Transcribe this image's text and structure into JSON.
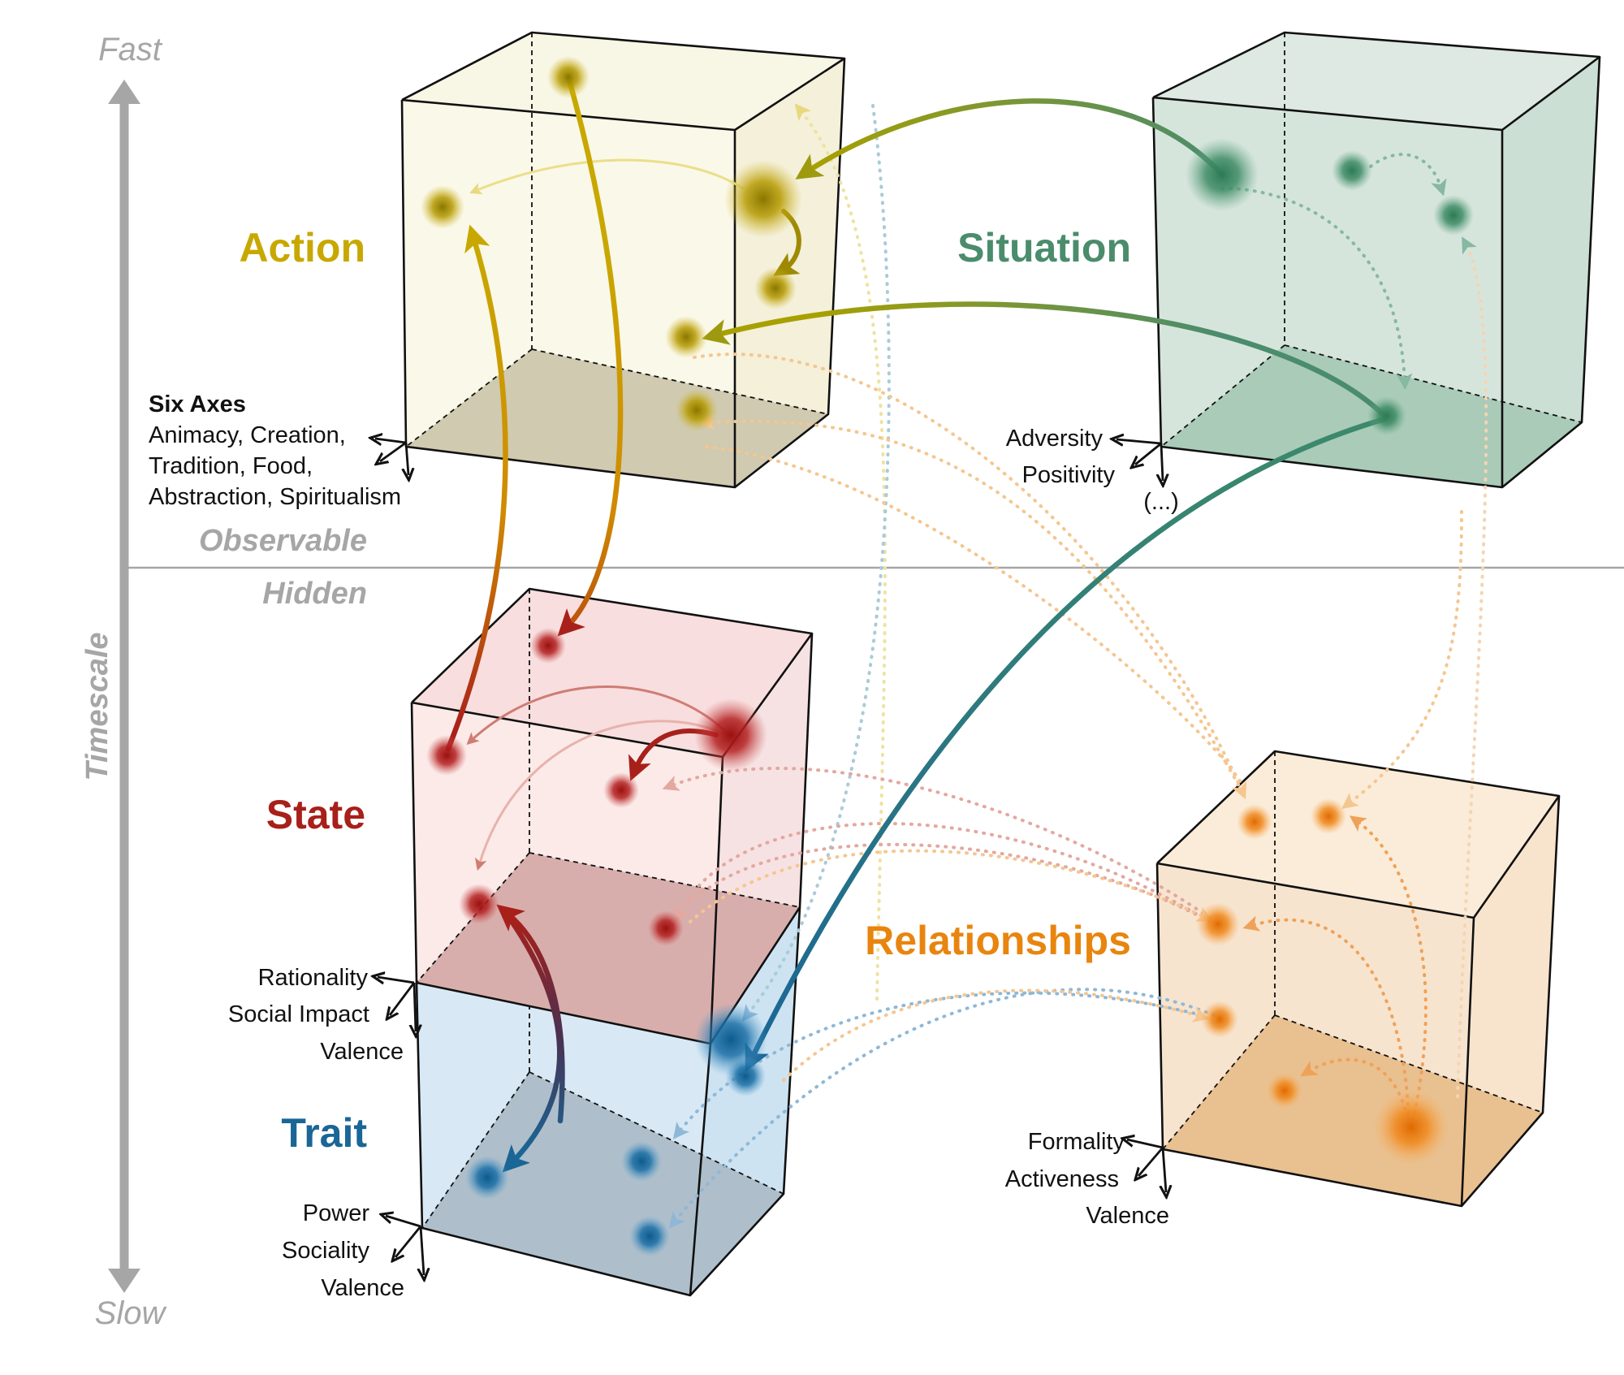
{
  "timescale": {
    "label": "Timescale",
    "fast": "Fast",
    "slow": "Slow"
  },
  "divider": {
    "observable": "Observable",
    "hidden": "Hidden"
  },
  "colors": {
    "action": "#c8a800",
    "situation": "#4a8c6c",
    "state": "#a8201a",
    "trait": "#1a6696",
    "relationships": "#e8850f",
    "timescale": "#a6a6a6"
  },
  "boxes": {
    "action": {
      "title": "Action",
      "axes_heading": "Six Axes",
      "axes_lines": [
        "Animacy, Creation,",
        "Tradition, Food,",
        "Abstraction, Spiritualism"
      ]
    },
    "situation": {
      "title": "Situation",
      "axes": [
        "Adversity",
        "Positivity",
        "(...)"
      ]
    },
    "state": {
      "title": "State",
      "axes": [
        "Rationality",
        "Social Impact",
        "Valence"
      ]
    },
    "trait": {
      "title": "Trait",
      "axes": [
        "Power",
        "Sociality",
        "Valence"
      ]
    },
    "relationships": {
      "title": "Relationships",
      "axes": [
        "Formality",
        "Activeness",
        "Valence"
      ]
    }
  }
}
